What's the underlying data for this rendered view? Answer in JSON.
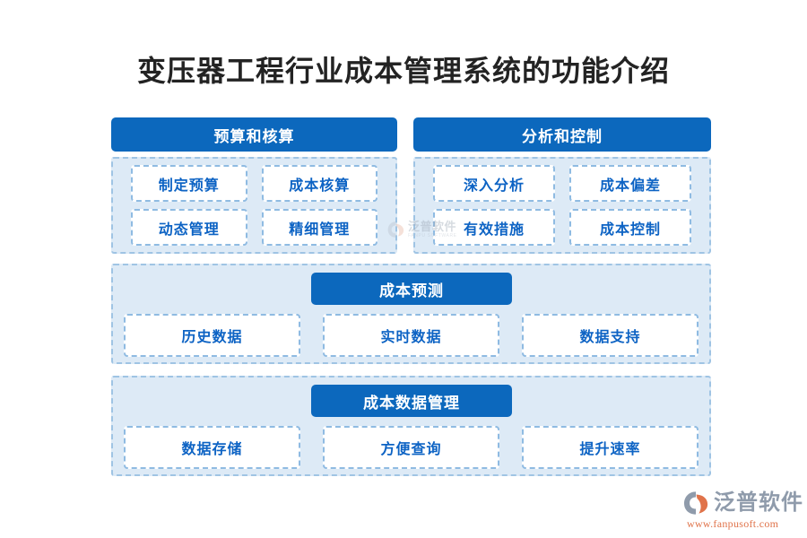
{
  "title": "变压器工程行业成本管理系统的功能介绍",
  "colors": {
    "header_blue": "#0c68bd",
    "panel_body_blue": "#ddeaf6",
    "panel_dashed_border": "#9fc4e4",
    "chip_border": "#8fbbe2",
    "chip_text_blue": "#0d63c4",
    "title_text": "#232323",
    "logo_gray": "#8f9bab",
    "logo_orange": "#e0734a"
  },
  "panels": {
    "budget": {
      "header": "预算和核算",
      "items": [
        "制定预算",
        "成本核算",
        "动态管理",
        "精细管理"
      ]
    },
    "analysis": {
      "header": "分析和控制",
      "items": [
        "深入分析",
        "成本偏差",
        "有效措施",
        "成本控制"
      ]
    },
    "forecast": {
      "header": "成本预测",
      "items": [
        "历史数据",
        "实时数据",
        "数据支持"
      ]
    },
    "data_management": {
      "header": "成本数据管理",
      "items": [
        "数据存储",
        "方便查询",
        "提升速率"
      ]
    }
  },
  "watermark": {
    "cn": "泛普软件",
    "en": "FANPU SOFTWARE",
    "icon": "fanpu-logo-mark-icon"
  },
  "logo": {
    "cn": "泛普软件",
    "url": "www.fanpusoft.com",
    "icon": "fanpu-logo-mark-icon"
  }
}
